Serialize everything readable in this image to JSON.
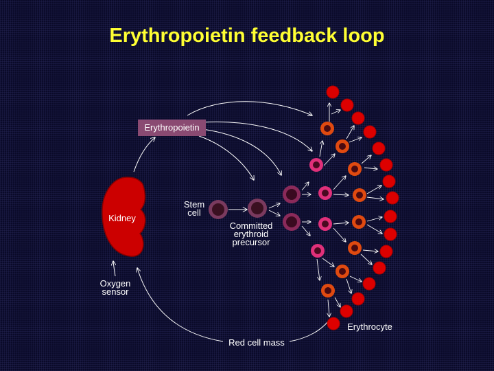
{
  "title": "Erythropoietin feedback loop",
  "labels": {
    "erythropoietin": "Erythropoietin",
    "kidney": "Kidney",
    "stem_cell_line1": "Stem",
    "stem_cell_line2": "cell",
    "committed_line1": "Committed",
    "committed_line2": "erythroid",
    "committed_line3": "precursor",
    "oxygen_line1": "Oxygen",
    "oxygen_line2": "sensor",
    "red_cell_mass": "Red cell mass",
    "erythrocyte": "Erythrocyte"
  },
  "colors": {
    "background": "#0a0a28",
    "title": "#ffff33",
    "label": "#ffffff",
    "epo_box": "#8a4a72",
    "kidney_fill": "#cc0000",
    "stem_cell": "#7a3a5e",
    "precursor": "#8a2a5a",
    "pink_cell": "#e0307a",
    "orange_cell": "#e04a10",
    "erythrocyte": "#dd0000"
  }
}
